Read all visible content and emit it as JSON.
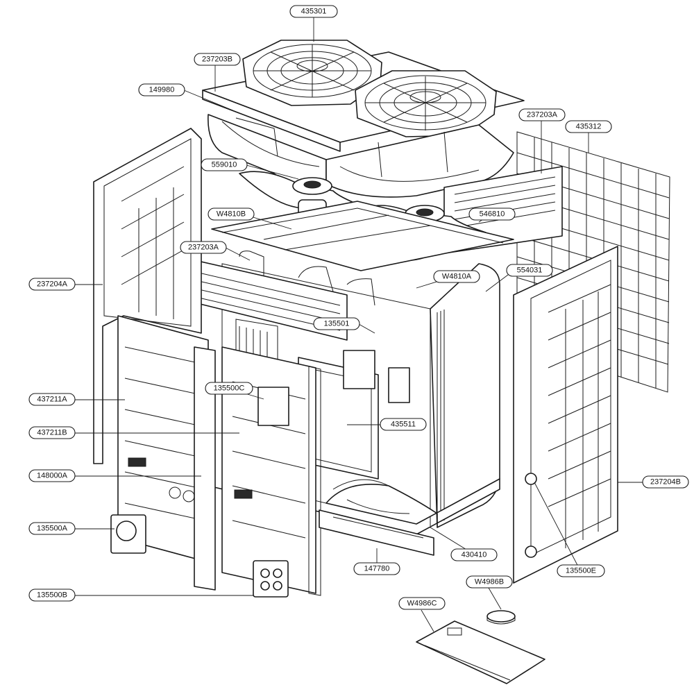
{
  "parts": [
    {
      "id": "p435301",
      "label": "435301",
      "component": "fan-grille"
    },
    {
      "id": "p237203B",
      "label": "237203B",
      "component": "top-cover"
    },
    {
      "id": "p149980",
      "label": "149980",
      "component": "fan-shroud"
    },
    {
      "id": "p237203A_top",
      "label": "237203A",
      "component": "right-side-cover"
    },
    {
      "id": "p435312",
      "label": "435312",
      "component": "rear-guard-mesh"
    },
    {
      "id": "p559010",
      "label": "559010",
      "component": "propeller-fan"
    },
    {
      "id": "pW4810B",
      "label": "W4810B",
      "component": "fan-motor"
    },
    {
      "id": "p546810",
      "label": "546810",
      "component": "motor-mount"
    },
    {
      "id": "p237203A_mid",
      "label": "237203A",
      "component": "front-top-panel"
    },
    {
      "id": "p554031",
      "label": "554031",
      "component": "heat-exchanger"
    },
    {
      "id": "pW4810A",
      "label": "W4810A",
      "component": "fan-motor-2"
    },
    {
      "id": "p237204A",
      "label": "237204A",
      "component": "left-side-panel"
    },
    {
      "id": "p135501",
      "label": "135501",
      "component": "control-box-bracket"
    },
    {
      "id": "p135500C",
      "label": "135500C",
      "component": "service-cover"
    },
    {
      "id": "p437211A",
      "label": "437211A",
      "component": "front-panel-left"
    },
    {
      "id": "p435511",
      "label": "435511",
      "component": "control-box"
    },
    {
      "id": "p437211B",
      "label": "437211B",
      "component": "front-panel-right"
    },
    {
      "id": "p148000A",
      "label": "148000A",
      "component": "center-pillar"
    },
    {
      "id": "p237204B",
      "label": "237204B",
      "component": "right-side-panel"
    },
    {
      "id": "p135500A",
      "label": "135500A",
      "component": "pipe-cover-left"
    },
    {
      "id": "p430410",
      "label": "430410",
      "component": "base-pan"
    },
    {
      "id": "p147780",
      "label": "147780",
      "component": "base-rail"
    },
    {
      "id": "p135500E",
      "label": "135500E",
      "component": "side-pipe-cover"
    },
    {
      "id": "pW4986B",
      "label": "W4986B",
      "component": "round-label"
    },
    {
      "id": "p135500B",
      "label": "135500B",
      "component": "pipe-cover-bottom"
    },
    {
      "id": "pW4986C",
      "label": "W4986C",
      "component": "rating-label"
    }
  ]
}
